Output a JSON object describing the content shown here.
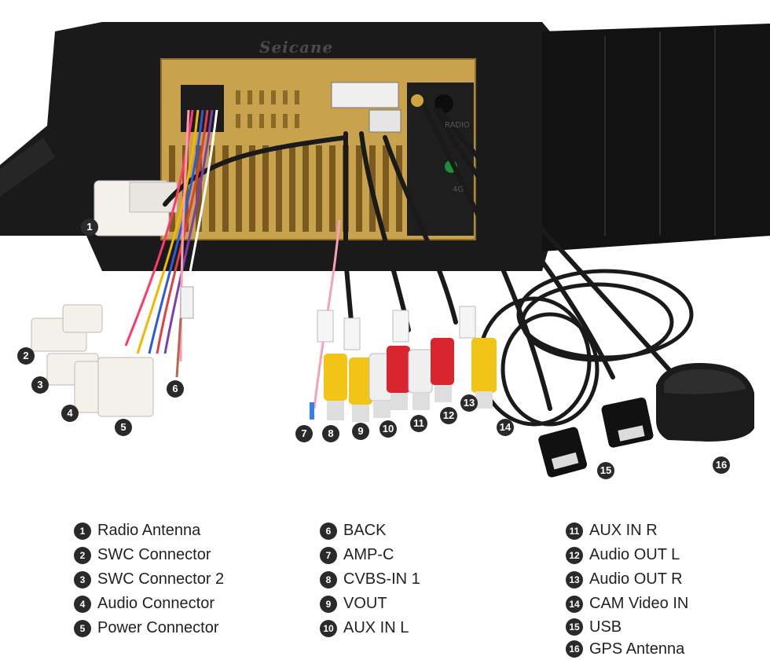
{
  "brand_logo": "Seicane",
  "panel_labels": [
    "RADIO",
    "4G"
  ],
  "markers": [
    "1",
    "2",
    "3",
    "4",
    "5",
    "6",
    "7",
    "8",
    "9",
    "10",
    "11",
    "12",
    "13",
    "14",
    "15",
    "16"
  ],
  "legend": {
    "col1": [
      {
        "num": "1",
        "label": "Radio Antenna"
      },
      {
        "num": "2",
        "label": "SWC Connector"
      },
      {
        "num": "3",
        "label": "SWC Connector 2"
      },
      {
        "num": "4",
        "label": "Audio Connector"
      },
      {
        "num": "5",
        "label": "Power Connector"
      }
    ],
    "col2": [
      {
        "num": "6",
        "label": "BACK"
      },
      {
        "num": "7",
        "label": "AMP-C"
      },
      {
        "num": "8",
        "label": "CVBS-IN 1"
      },
      {
        "num": "9",
        "label": "VOUT"
      },
      {
        "num": "10",
        "label": "AUX IN L"
      }
    ],
    "col3": [
      {
        "num": "11",
        "label": "AUX IN R"
      },
      {
        "num": "12",
        "label": "Audio OUT L"
      },
      {
        "num": "13",
        "label": "Audio OUT R"
      },
      {
        "num": "14",
        "label": "CAM Video IN"
      },
      {
        "num": "15",
        "label": "USB"
      },
      {
        "num": "16",
        "label": "GPS Antenna"
      }
    ]
  },
  "colors": {
    "bezel": "#161616",
    "chassis": "#c9a24e",
    "rca_yellow": "#f2c418",
    "rca_red": "#d8252e",
    "rca_white": "#efefef",
    "cable": "#1a1a1a",
    "connector": "#f3f1ea"
  }
}
